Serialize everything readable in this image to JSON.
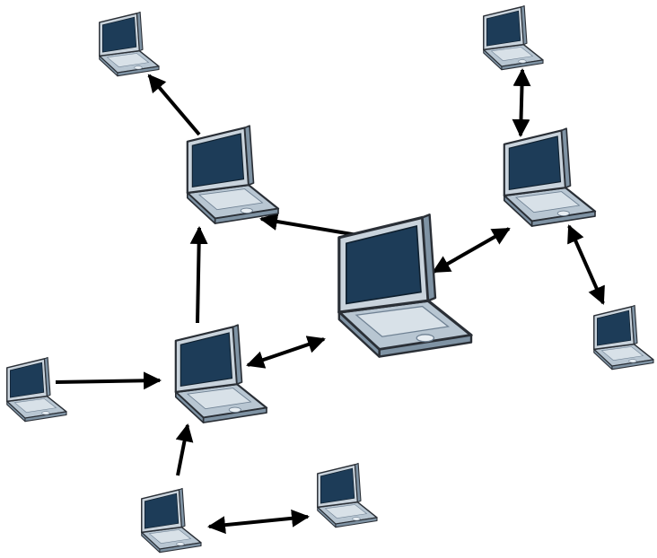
{
  "diagram": {
    "type": "peer-to-peer network",
    "colors": {
      "background": "#ffffff",
      "arrow": "#000000",
      "screen": "#1d3c58",
      "bezel": "#c9d3dc",
      "body": "#b8c6d2",
      "body_dark": "#7f93a4",
      "outline": "#2a2f36"
    },
    "nodes": [
      {
        "id": "hub",
        "icon": "laptop-icon",
        "size": "large"
      },
      {
        "id": "upper-left",
        "icon": "laptop-icon",
        "size": "medium"
      },
      {
        "id": "left-center",
        "icon": "laptop-icon",
        "size": "medium"
      },
      {
        "id": "right-center",
        "icon": "laptop-icon",
        "size": "medium"
      },
      {
        "id": "top-left",
        "icon": "laptop-icon",
        "size": "small"
      },
      {
        "id": "top-right",
        "icon": "laptop-icon",
        "size": "small"
      },
      {
        "id": "far-left",
        "icon": "laptop-icon",
        "size": "small"
      },
      {
        "id": "bottom-left",
        "icon": "laptop-icon",
        "size": "small"
      },
      {
        "id": "bottom-center",
        "icon": "laptop-icon",
        "size": "small"
      },
      {
        "id": "far-right",
        "icon": "laptop-icon",
        "size": "small"
      }
    ],
    "links": [
      {
        "from": "hub",
        "to": "upper-left",
        "direction": "forward"
      },
      {
        "from": "left-center",
        "to": "upper-left",
        "direction": "forward"
      },
      {
        "from": "upper-left",
        "to": "top-left",
        "direction": "forward"
      },
      {
        "from": "far-left",
        "to": "left-center",
        "direction": "forward"
      },
      {
        "from": "bottom-left",
        "to": "left-center",
        "direction": "forward"
      },
      {
        "from": "left-center",
        "to": "hub",
        "direction": "both"
      },
      {
        "from": "hub",
        "to": "right-center",
        "direction": "both"
      },
      {
        "from": "right-center",
        "to": "top-right",
        "direction": "both"
      },
      {
        "from": "right-center",
        "to": "far-right",
        "direction": "both"
      },
      {
        "from": "bottom-left",
        "to": "bottom-center",
        "direction": "both"
      }
    ]
  }
}
